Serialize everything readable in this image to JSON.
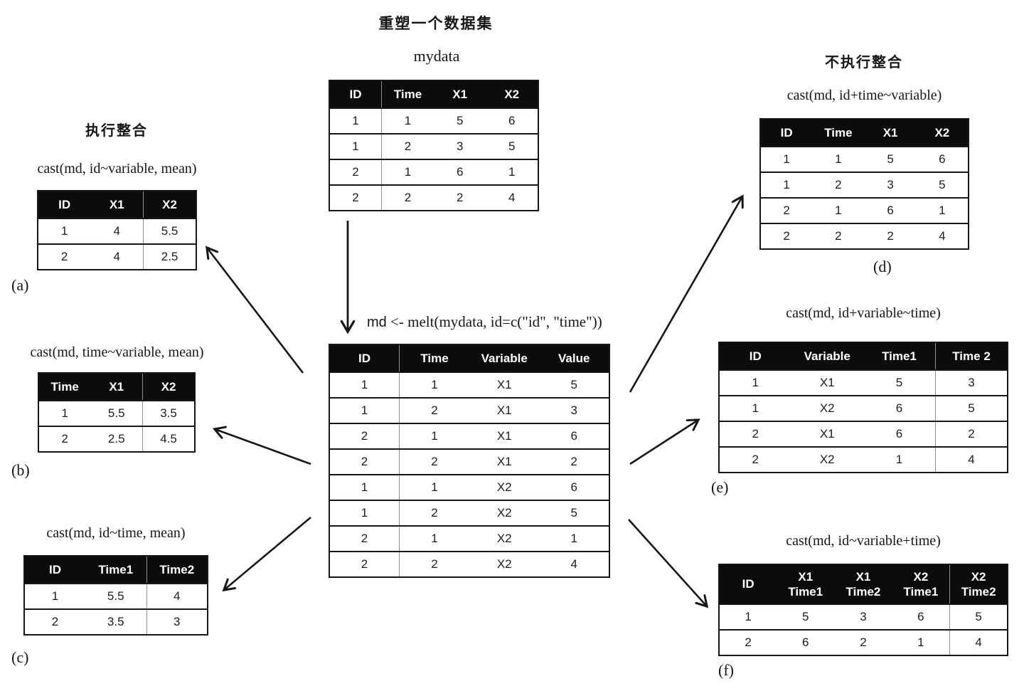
{
  "titles": {
    "main": "重塑一个数据集",
    "dataset_label": "mydata",
    "left_section": "执行整合",
    "right_section": "不执行整合"
  },
  "code": {
    "prefix": "md",
    "rest": " <- melt(mydata, id=c(\"id\", \"time\"))"
  },
  "colors": {
    "background": "#ffffff",
    "table_header_bg": "#0c0c0c",
    "table_header_text": "#ffffff",
    "line": "#161616"
  },
  "tables": {
    "mydata": {
      "headers": [
        "ID",
        "Time",
        "X1",
        "X2"
      ],
      "rows": [
        [
          "1",
          "1",
          "5",
          "6"
        ],
        [
          "1",
          "2",
          "3",
          "5"
        ],
        [
          "2",
          "1",
          "6",
          "1"
        ],
        [
          "2",
          "2",
          "2",
          "4"
        ]
      ]
    },
    "melted": {
      "headers": [
        "ID",
        "Time",
        "Variable",
        "Value"
      ],
      "rows": [
        [
          "1",
          "1",
          "X1",
          "5"
        ],
        [
          "1",
          "2",
          "X1",
          "3"
        ],
        [
          "2",
          "1",
          "X1",
          "6"
        ],
        [
          "2",
          "2",
          "X1",
          "2"
        ],
        [
          "1",
          "1",
          "X2",
          "6"
        ],
        [
          "1",
          "2",
          "X2",
          "5"
        ],
        [
          "2",
          "1",
          "X2",
          "1"
        ],
        [
          "2",
          "2",
          "X2",
          "4"
        ]
      ]
    },
    "a": {
      "caption": "cast(md, id~variable, mean)",
      "label": "(a)",
      "headers": [
        "ID",
        "X1",
        "X2"
      ],
      "rows": [
        [
          "1",
          "4",
          "5.5"
        ],
        [
          "2",
          "4",
          "2.5"
        ]
      ]
    },
    "b": {
      "caption": "cast(md, time~variable, mean)",
      "label": "(b)",
      "headers": [
        "Time",
        "X1",
        "X2"
      ],
      "rows": [
        [
          "1",
          "5.5",
          "3.5"
        ],
        [
          "2",
          "2.5",
          "4.5"
        ]
      ]
    },
    "c": {
      "caption": "cast(md, id~time, mean)",
      "label": "(c)",
      "headers": [
        "ID",
        "Time1",
        "Time2"
      ],
      "rows": [
        [
          "1",
          "5.5",
          "4"
        ],
        [
          "2",
          "3.5",
          "3"
        ]
      ]
    },
    "d": {
      "caption": "cast(md, id+time~variable)",
      "label": "(d)",
      "headers": [
        "ID",
        "Time",
        "X1",
        "X2"
      ],
      "rows": [
        [
          "1",
          "1",
          "5",
          "6"
        ],
        [
          "1",
          "2",
          "3",
          "5"
        ],
        [
          "2",
          "1",
          "6",
          "1"
        ],
        [
          "2",
          "2",
          "2",
          "4"
        ]
      ]
    },
    "e": {
      "caption": "cast(md, id+variable~time)",
      "label": "(e)",
      "headers": [
        "ID",
        "Variable",
        "Time1",
        "Time 2"
      ],
      "rows": [
        [
          "1",
          "X1",
          "5",
          "3"
        ],
        [
          "1",
          "X2",
          "6",
          "5"
        ],
        [
          "2",
          "X1",
          "6",
          "2"
        ],
        [
          "2",
          "X2",
          "1",
          "4"
        ]
      ]
    },
    "f": {
      "caption": "cast(md, id~variable+time)",
      "label": "(f)",
      "headers": [
        "ID",
        "X1\nTime1",
        "X1\nTime2",
        "X2\nTime1",
        "X2\nTime2"
      ],
      "rows": [
        [
          "1",
          "5",
          "3",
          "6",
          "5"
        ],
        [
          "2",
          "6",
          "2",
          "1",
          "4"
        ]
      ]
    }
  }
}
